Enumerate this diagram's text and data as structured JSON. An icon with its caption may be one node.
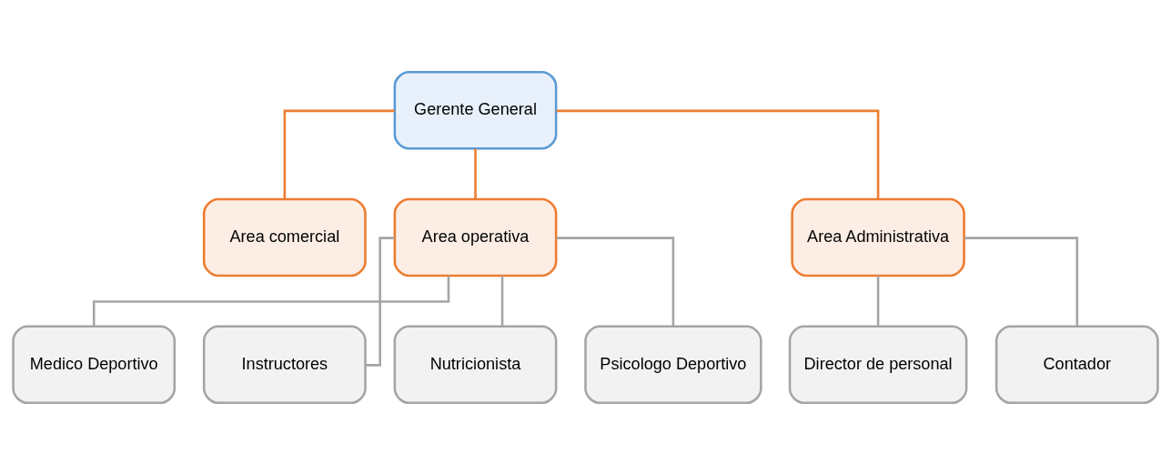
{
  "diagram": {
    "nodes": [
      {
        "text": [
          "Gerente General"
        ]
      },
      {
        "text": [
          "Area comercial"
        ]
      },
      {
        "text": [
          "Area operativa"
        ]
      },
      {
        "text": [
          "Area Administrativa"
        ]
      },
      {
        "text": [
          "Medico Deportivo"
        ]
      },
      {
        "text": [
          "Instructores"
        ]
      },
      {
        "text": [
          "Nutricionista"
        ]
      },
      {
        "text": [
          "Psicologo Deportivo"
        ]
      },
      {
        "text": [
          "Director de personal"
        ]
      },
      {
        "text": [
          "Contador"
        ]
      }
    ],
    "edges": [
      {
        "from": 0,
        "to": 1,
        "arrow": "none",
        "color": "#ed7d31"
      },
      {
        "from": 0,
        "to": 2,
        "arrow": "none",
        "color": "#ed7d31"
      },
      {
        "from": 0,
        "to": 3,
        "arrow": "none",
        "color": "#ed7d31"
      },
      {
        "from": 2,
        "to": 4,
        "arrow": "none"
      },
      {
        "from": 2,
        "to": 5,
        "arrow": "none"
      },
      {
        "from": 2,
        "to": 6,
        "arrow": "none"
      },
      {
        "from": 2,
        "to": 7,
        "arrow": "none"
      },
      {
        "from": 3,
        "to": 8,
        "arrow": "none"
      },
      {
        "from": 3,
        "to": 9,
        "arrow": "none"
      }
    ]
  }
}
